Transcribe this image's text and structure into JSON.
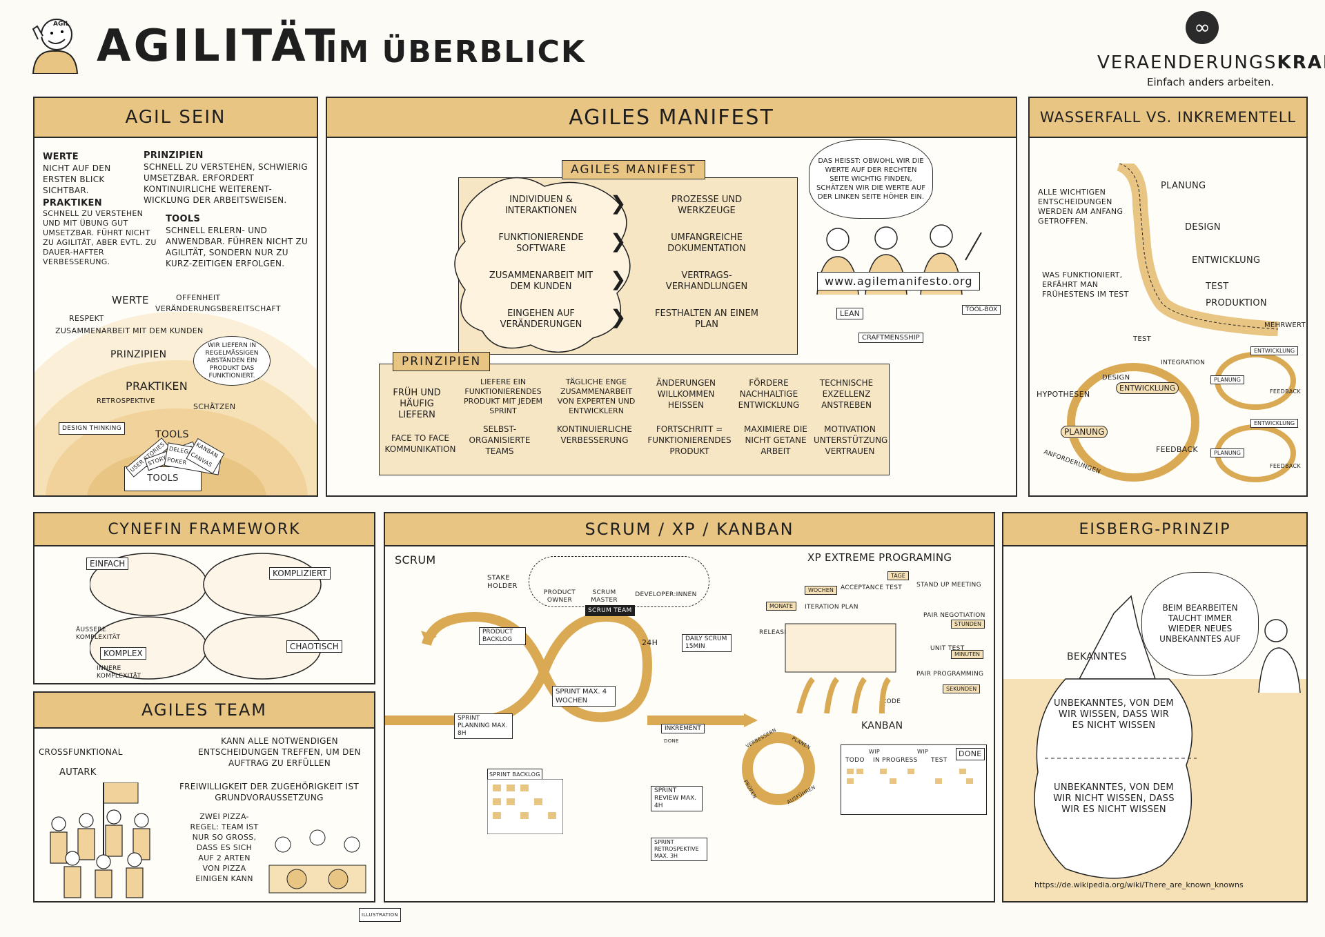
{
  "header": {
    "title_main": "AGILITÄT",
    "title_sub": "IM ÜBERBLICK",
    "mascot_label": "AGIL",
    "brand_prefix": "VERAENDERUNGS",
    "brand_suffix": "KRAFT",
    "brand_tagline": "Einfach anders arbeiten."
  },
  "agil_sein": {
    "title": "AGIL SEIN",
    "werte_head": "WERTE",
    "werte_text": "NICHT AUF DEN ERSTEN BLICK SICHTBAR.",
    "prinzipien_head": "PRINZIPIEN",
    "prinzipien_text": "SCHNELL ZU VERSTEHEN, SCHWIERIG UMSETZBAR. ERFORDERT KONTINUIRLICHE WEITERENT-WICKLUNG DER ARBEITSWEISEN.",
    "praktiken_head": "PRAKTIKEN",
    "praktiken_text": "SCHNELL ZU VERSTEHEN UND MIT ÜBUNG GUT UMSETZBAR. FÜHRT NICHT ZU AGILITÄT, ABER EVTL. ZU DAUER-HAFTER VERBESSERUNG.",
    "tools_head": "TOOLS",
    "tools_text": "SCHNELL ERLERN- UND ANWENDBAR. FÜHREN NICHT ZU AGILITÄT, SONDERN NUR ZU KURZ-ZEITIGEN ERFOLGEN.",
    "layer_werte": "WERTE",
    "val_offenheit": "OFFENHEIT",
    "val_respekt": "RESPEKT",
    "val_veraenderung": "VERÄNDERUNGSBEREITSCHAFT",
    "val_zusammenarbeit": "ZUSAMMENARBEIT MIT DEM KUNDEN",
    "layer_prinzipien": "PRINZIPIEN",
    "bubble": "WIR LIEFERN IN REGELMÄSSIGEN ABSTÄNDEN EIN PRODUKT DAS FUNKTIONIERT.",
    "layer_praktiken": "PRAKTIKEN",
    "retro": "RETROSPEKTIVE",
    "schaetzen": "SCHÄTZEN",
    "design_thinking": "DESIGN THINKING",
    "layer_tools": "TOOLS",
    "tools_box": "TOOLS",
    "cards": [
      "USER STORIES",
      "STORY MAPPING",
      "DELEGATION POKER",
      "KANBAN CANVAS"
    ]
  },
  "manifest": {
    "title": "AGILES MANIFEST",
    "tag": "AGILES MANIFEST",
    "rows": [
      {
        "left": "INDIVIDUEN & INTERAKTIONEN",
        "right": "PROZESSE UND WERKZEUGE"
      },
      {
        "left": "FUNKTIONIERENDE SOFTWARE",
        "right": "UMFANGREICHE DOKUMENTATION"
      },
      {
        "left": "ZUSAMMENARBEIT MIT DEM KUNDEN",
        "right": "VERTRAGS-VERHANDLUNGEN"
      },
      {
        "left": "EINGEHEN AUF VERÄNDERUNGEN",
        "right": "FESTHALTEN AN EINEM PLAN"
      }
    ],
    "speech": "DAS HEISST: OBWOHL WIR DIE WERTE AUF DER RECHTEN SEITE WICHTIG FINDEN, SCHÄTZEN WIR DIE WERTE AUF DER LINKEN SEITE HÖHER EIN.",
    "url": "www.agilemanifesto.org",
    "lean": "LEAN",
    "toolbox": "TOOL-BOX",
    "craft": "CRAFTMENSSHIP",
    "prinzipien_tag": "PRINZIPIEN",
    "principles": [
      "FRÜH UND HÄUFIG LIEFERN",
      "LIEFERE EIN FUNKTIONIERENDES PRODUKT MIT JEDEM SPRINT",
      "TÄGLICHE ENGE ZUSAMMENARBEIT VON EXPERTEN UND ENTWICKLERN",
      "ÄNDERUNGEN WILLKOMMEN HEIßEN",
      "FÖRDERE NACHHALTIGE ENTWICKLUNG",
      "TECHNISCHE EXZELLENZ ANSTREBEN",
      "FACE TO FACE KOMMUNIKATION",
      "SELBST-ORGANISIERTE TEAMS",
      "KONTINUIERLICHE VERBESSERUNG",
      "FORTSCHRITT = FUNKTIONIERENDES PRODUKT",
      "MAXIMIERE DIE NICHT GETANE ARBEIT",
      "MOTIVATION UNTERSTÜTZUNG VERTRAUEN"
    ]
  },
  "wasserfall": {
    "title": "WASSERFALL vs. INKREMENTELL",
    "note1": "ALLE WICHTIGEN ENTSCHEIDUNGEN WERDEN AM ANFANG GETROFFEN.",
    "note2": "WAS FUNKTIONIERT, ERFÄHRT MAN FRÜHESTENS IM TEST",
    "phases": [
      "PLANUNG",
      "DESIGN",
      "ENTWICKLUNG",
      "TEST",
      "PRODUKTION"
    ],
    "mehrwert": "MEHRWERT",
    "test": "TEST",
    "design": "DESIGN",
    "integration": "INTEGRATION",
    "hypothesen": "HYPOTHESEN",
    "entwicklung": "ENTWICKLUNG",
    "planung": "PLANUNG",
    "feedback": "FEEDBACK",
    "anforderungen": "ANFORDERUNGEN"
  },
  "cynefin": {
    "title": "CYNEFIN FRAMEWORK",
    "einfach": "EINFACH",
    "kompliziert": "KOMPLIZIERT",
    "komplex": "KOMPLEX",
    "chaotisch": "CHAOTISCH",
    "aeussere": "ÄUßERE KOMPLEXITÄT",
    "innere": "INNERE KOMPLEXITÄT"
  },
  "team": {
    "title": "AGILES TEAM",
    "crossfunktional": "CROSSFUNKTIONAL",
    "autark": "AUTARK",
    "text1": "KANN ALLE NOTWENDIGEN ENTSCHEIDUNGEN TREFFEN, UM DEN AUFTRAG ZU ERFÜLLEN",
    "text2": "FREIWILLIGKEIT DER ZUGEHÖRIGKEIT IST GRUNDVORAUSSETZUNG",
    "text3": "ZWEI PIZZA-REGEL: TEAM IST NUR SO GROß, DASS ES SICH AUF 2 ARTEN VON PIZZA EINIGEN KANN",
    "illustration": "ILLUSTRATION"
  },
  "scrum": {
    "title": "SCRUM / XP / KANBAN",
    "scrum": "SCRUM",
    "stakeholder": "STAKE HOLDER",
    "po": "PRODUCT OWNER",
    "sm": "SCRUM MASTER",
    "dev": "DEVELOPER:INNEN",
    "team": "SCRUM TEAM",
    "backlog": "PRODUCT BACKLOG",
    "daily": "DAILY SCRUM 15MIN",
    "h24": "24h",
    "sprint": "SPRINT MAX. 4 WOCHEN",
    "planning": "SPRINT PLANNING MAX. 8h",
    "sprint_backlog": "SPRINT BACKLOG",
    "inkrement": "INKREMENT",
    "done": "DONE",
    "review": "SPRINT REVIEW MAX. 4h",
    "retro": "SPRINT RETROSPEKTIVE MAX. 3h",
    "cycle": [
      "VERBESSERN",
      "PLANEN",
      "AUSFÜHREN",
      "PRÜFEN"
    ],
    "xp_title": "XP EXTREME PROGRAMING",
    "xp_labels": [
      "MONATE",
      "RELEASE PLAN",
      "WOCHEN",
      "ITERATION PLAN",
      "ACCEPTANCE TEST",
      "TAGE",
      "STAND UP MEETING",
      "PAIR NEGOTIATION",
      "STUNDEN",
      "UNIT TEST",
      "MINUTEN",
      "PAIR PROGRAMMING",
      "SEKUNDEN",
      "CODE"
    ],
    "kanban": "KANBAN",
    "kb_cols": [
      "TODO",
      "IN PROGRESS",
      "TEST",
      "DONE"
    ],
    "wip": "WIP"
  },
  "eisberg": {
    "title": "EISBERG-PRINZIP",
    "thought": "BEIM BEARBEITEN TAUCHT IMMER WIEDER NEUES UNBEKANNTES AUF",
    "bekanntes": "BEKANNTES",
    "unbekannt1": "UNBEKANNTES, VON DEM WIR WISSEN, DASS WIR ES NICHT WISSEN",
    "unbekannt2": "UNBEKANNTES, VON DEM WIR NICHT WISSEN, DASS WIR ES NICHT WISSEN",
    "link": "https://de.wikipedia.org/wiki/There_are_known_knowns"
  }
}
